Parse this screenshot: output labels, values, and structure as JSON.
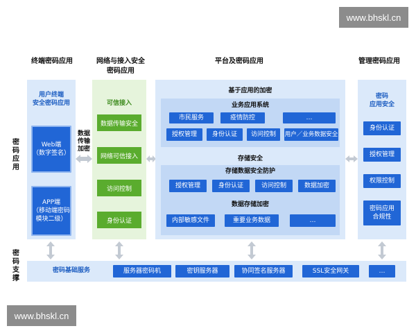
{
  "watermark": {
    "top": "www.bhskl.cn",
    "bottom": "www.bhskl.cn"
  },
  "columns": {
    "terminal": "终端密码应用",
    "network": "网络与接入安全\n密码应用",
    "platform": "平台及密码应用",
    "management": "管理密码应用"
  },
  "side_labels": {
    "app": "密码应用",
    "support": "密码支撑"
  },
  "terminal": {
    "title": "用户终端\n安全密码应用",
    "web": "Web端\n（数字签名）",
    "app": "APP端\n（移动端密码\n模块二级）"
  },
  "data_transfer": "数据\n传输\n加密",
  "network": {
    "title": "可信接入",
    "items": [
      "数据传输安全",
      "网络可信接入",
      "访问控制",
      "身份认证"
    ]
  },
  "platform": {
    "title": "基于应用的加密",
    "business": {
      "title": "业务应用系统",
      "row1": [
        "市民服务",
        "疫情防控",
        "…"
      ],
      "row2": [
        "授权管理",
        "身份认证",
        "访问控制",
        "用户／业务数据安全"
      ]
    },
    "storage": {
      "title": "存储安全",
      "protect_title": "存储数据安全防护",
      "protect_items": [
        "授权管理",
        "身份认证",
        "访问控制",
        "数据加密"
      ],
      "encrypt_title": "数据存储加密",
      "encrypt_items": [
        "内部敏感文件",
        "重要业务数据",
        "…"
      ]
    }
  },
  "management": {
    "title": "密码\n应用安全",
    "items": [
      "身份认证",
      "授权管理",
      "权限控制",
      "密码应用\n合规性"
    ]
  },
  "support": {
    "title": "密码基础服务",
    "items": [
      "服务器密码机",
      "密钥服务器",
      "协同签名服务器",
      "SSL安全网关",
      "…"
    ]
  },
  "colors": {
    "blue": "#2166d6",
    "green": "#5aac2e",
    "panel_blue": "#dbe9fa",
    "panel_green": "#e6f4dc"
  }
}
